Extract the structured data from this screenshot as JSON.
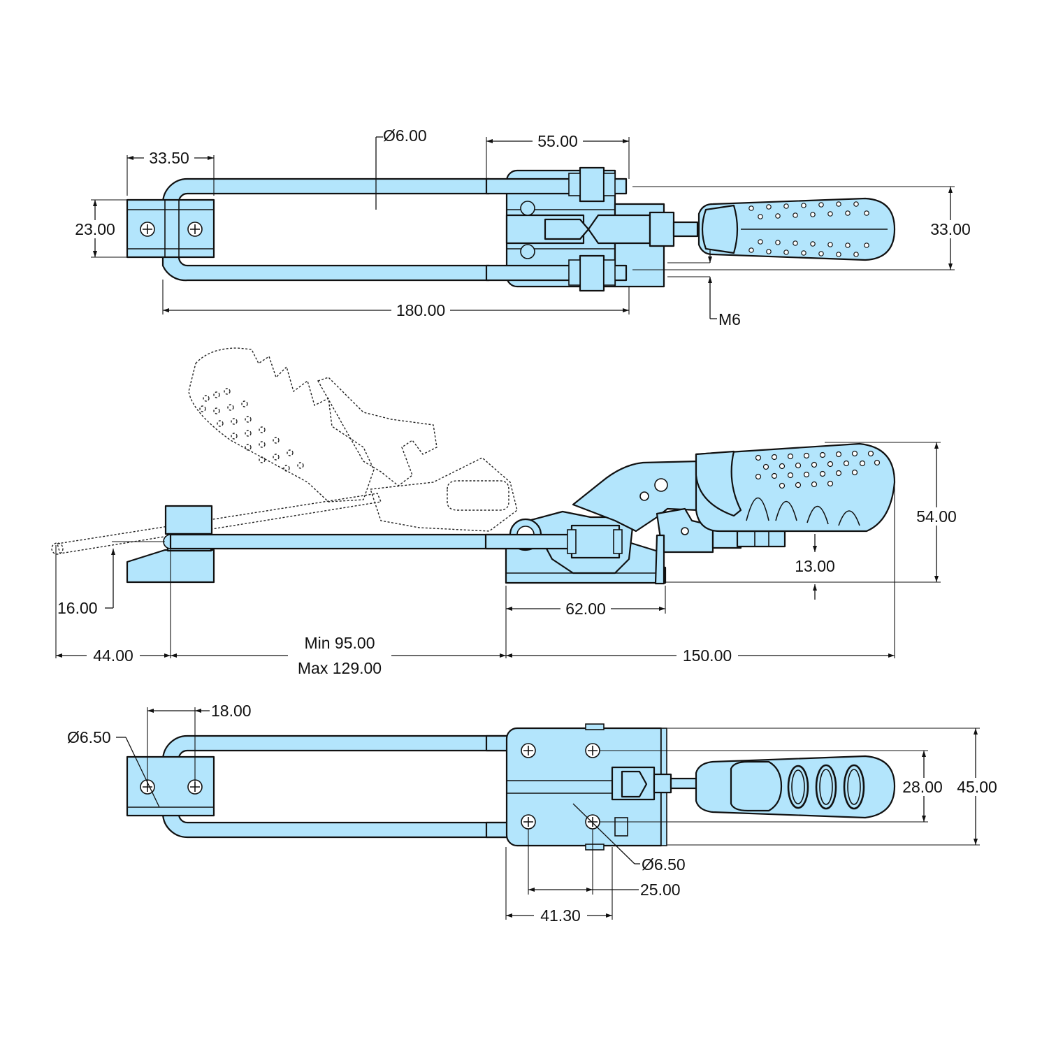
{
  "drawing": {
    "top_view": {
      "width_dim": "33.50",
      "hole_dia": "Ø6.00",
      "body_len": "55.00",
      "height_dim": "23.00",
      "handle_height": "33.00",
      "overall_len": "180.00",
      "thread": "M6"
    },
    "side_view": {
      "handle_height": "54.00",
      "plunger_offset": "13.00",
      "base_len": "62.00",
      "hook_height": "16.00",
      "hook_reach": "44.00",
      "travel_min": "Min 95.00",
      "travel_max": "Max 129.00",
      "clamp_len": "150.00"
    },
    "bottom_view": {
      "hole_spacing_keeper": "18.00",
      "keeper_hole_dia": "Ø6.50",
      "body_hole_dia": "Ø6.50",
      "hole_spacing_x": "25.00",
      "base_width": "41.30",
      "hole_spacing_y": "28.00",
      "base_height": "45.00"
    }
  }
}
